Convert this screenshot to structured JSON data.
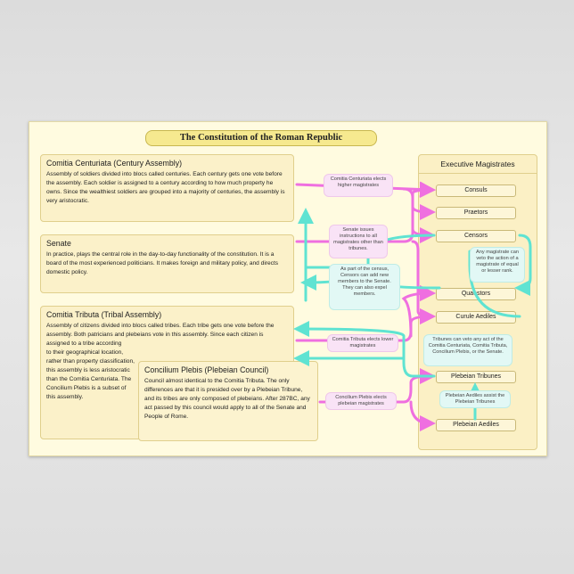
{
  "title": "The Constitution of the Roman Republic",
  "assemblies": {
    "centuriata": {
      "heading": "Comitia Centuriata (Century Assembly)",
      "body": "Assembly of soldiers divided into blocs called centuries. Each century gets one vote before the assembly. Each soldier is assigned to a century according to how much property he owns. Since the wealthiest soldiers are grouped into a majority of centuries, the assembly is very aristocratic."
    },
    "senate": {
      "heading": "Senate",
      "body": "In practice, plays the central role in the day-to-day functionality of the constitution. It is a board of the most experienced politicians. It makes foreign and military policy, and directs domestic policy."
    },
    "tributa": {
      "heading": "Comitia Tributa (Tribal Assembly)",
      "body_top": "Assembly of citizens divided into blocs called tribes. Each tribe gets one vote before the assembly. Both patricians and plebeians vote in this assembly. Since each citizen is assigned to a tribe according",
      "body_left": "to their geographical location, rather than property classification, this assembly is less aristocratic than the Comitia Centuriata. The Concilium Plebis is a subset of this assembly."
    },
    "plebis": {
      "heading": "Concilium Plebis (Plebeian Council)",
      "body": "Council almost identical to the Comitia Tributa. The only differences are that it is presided over by a Plebeian Tribune, and its tribes are only composed of plebeians. After 287BC, any act passed by this council would apply to all of the Senate and People of Rome."
    }
  },
  "executive": {
    "title": "Executive Magistrates",
    "magistrates": [
      "Consuls",
      "Praetors",
      "Censors",
      "Quaestors",
      "Curule Aediles",
      "Plebeian Tribunes",
      "Plebeian Aediles"
    ]
  },
  "notes": {
    "centuriata_elects": "Comitia Centuriata elects higher magistrates",
    "senate_issues": "Senate issues instructions to all magistrates other than tribunes.",
    "censors": "As part of the census, Censors can add new members to the Senate. They can also expel members.",
    "veto_lesser": "Any magistrate can veto the action of a magistrate of equal or lesser rank.",
    "tributa_elects": "Comitia Tributa elects lower magistrates",
    "tribunes_veto": "Tribunes can veto any act of the Comitia Centuriata, Comitia Tributa, Concilium Plebis, or the Senate.",
    "plebis_elects": "Concilium Plebis elects plebeian magistrates",
    "aediles_assist": "Plebeian Aediles assist the Plebeian Tribunes"
  },
  "colors": {
    "pink": "#ef6fe0",
    "cyan": "#5fe3d2"
  }
}
